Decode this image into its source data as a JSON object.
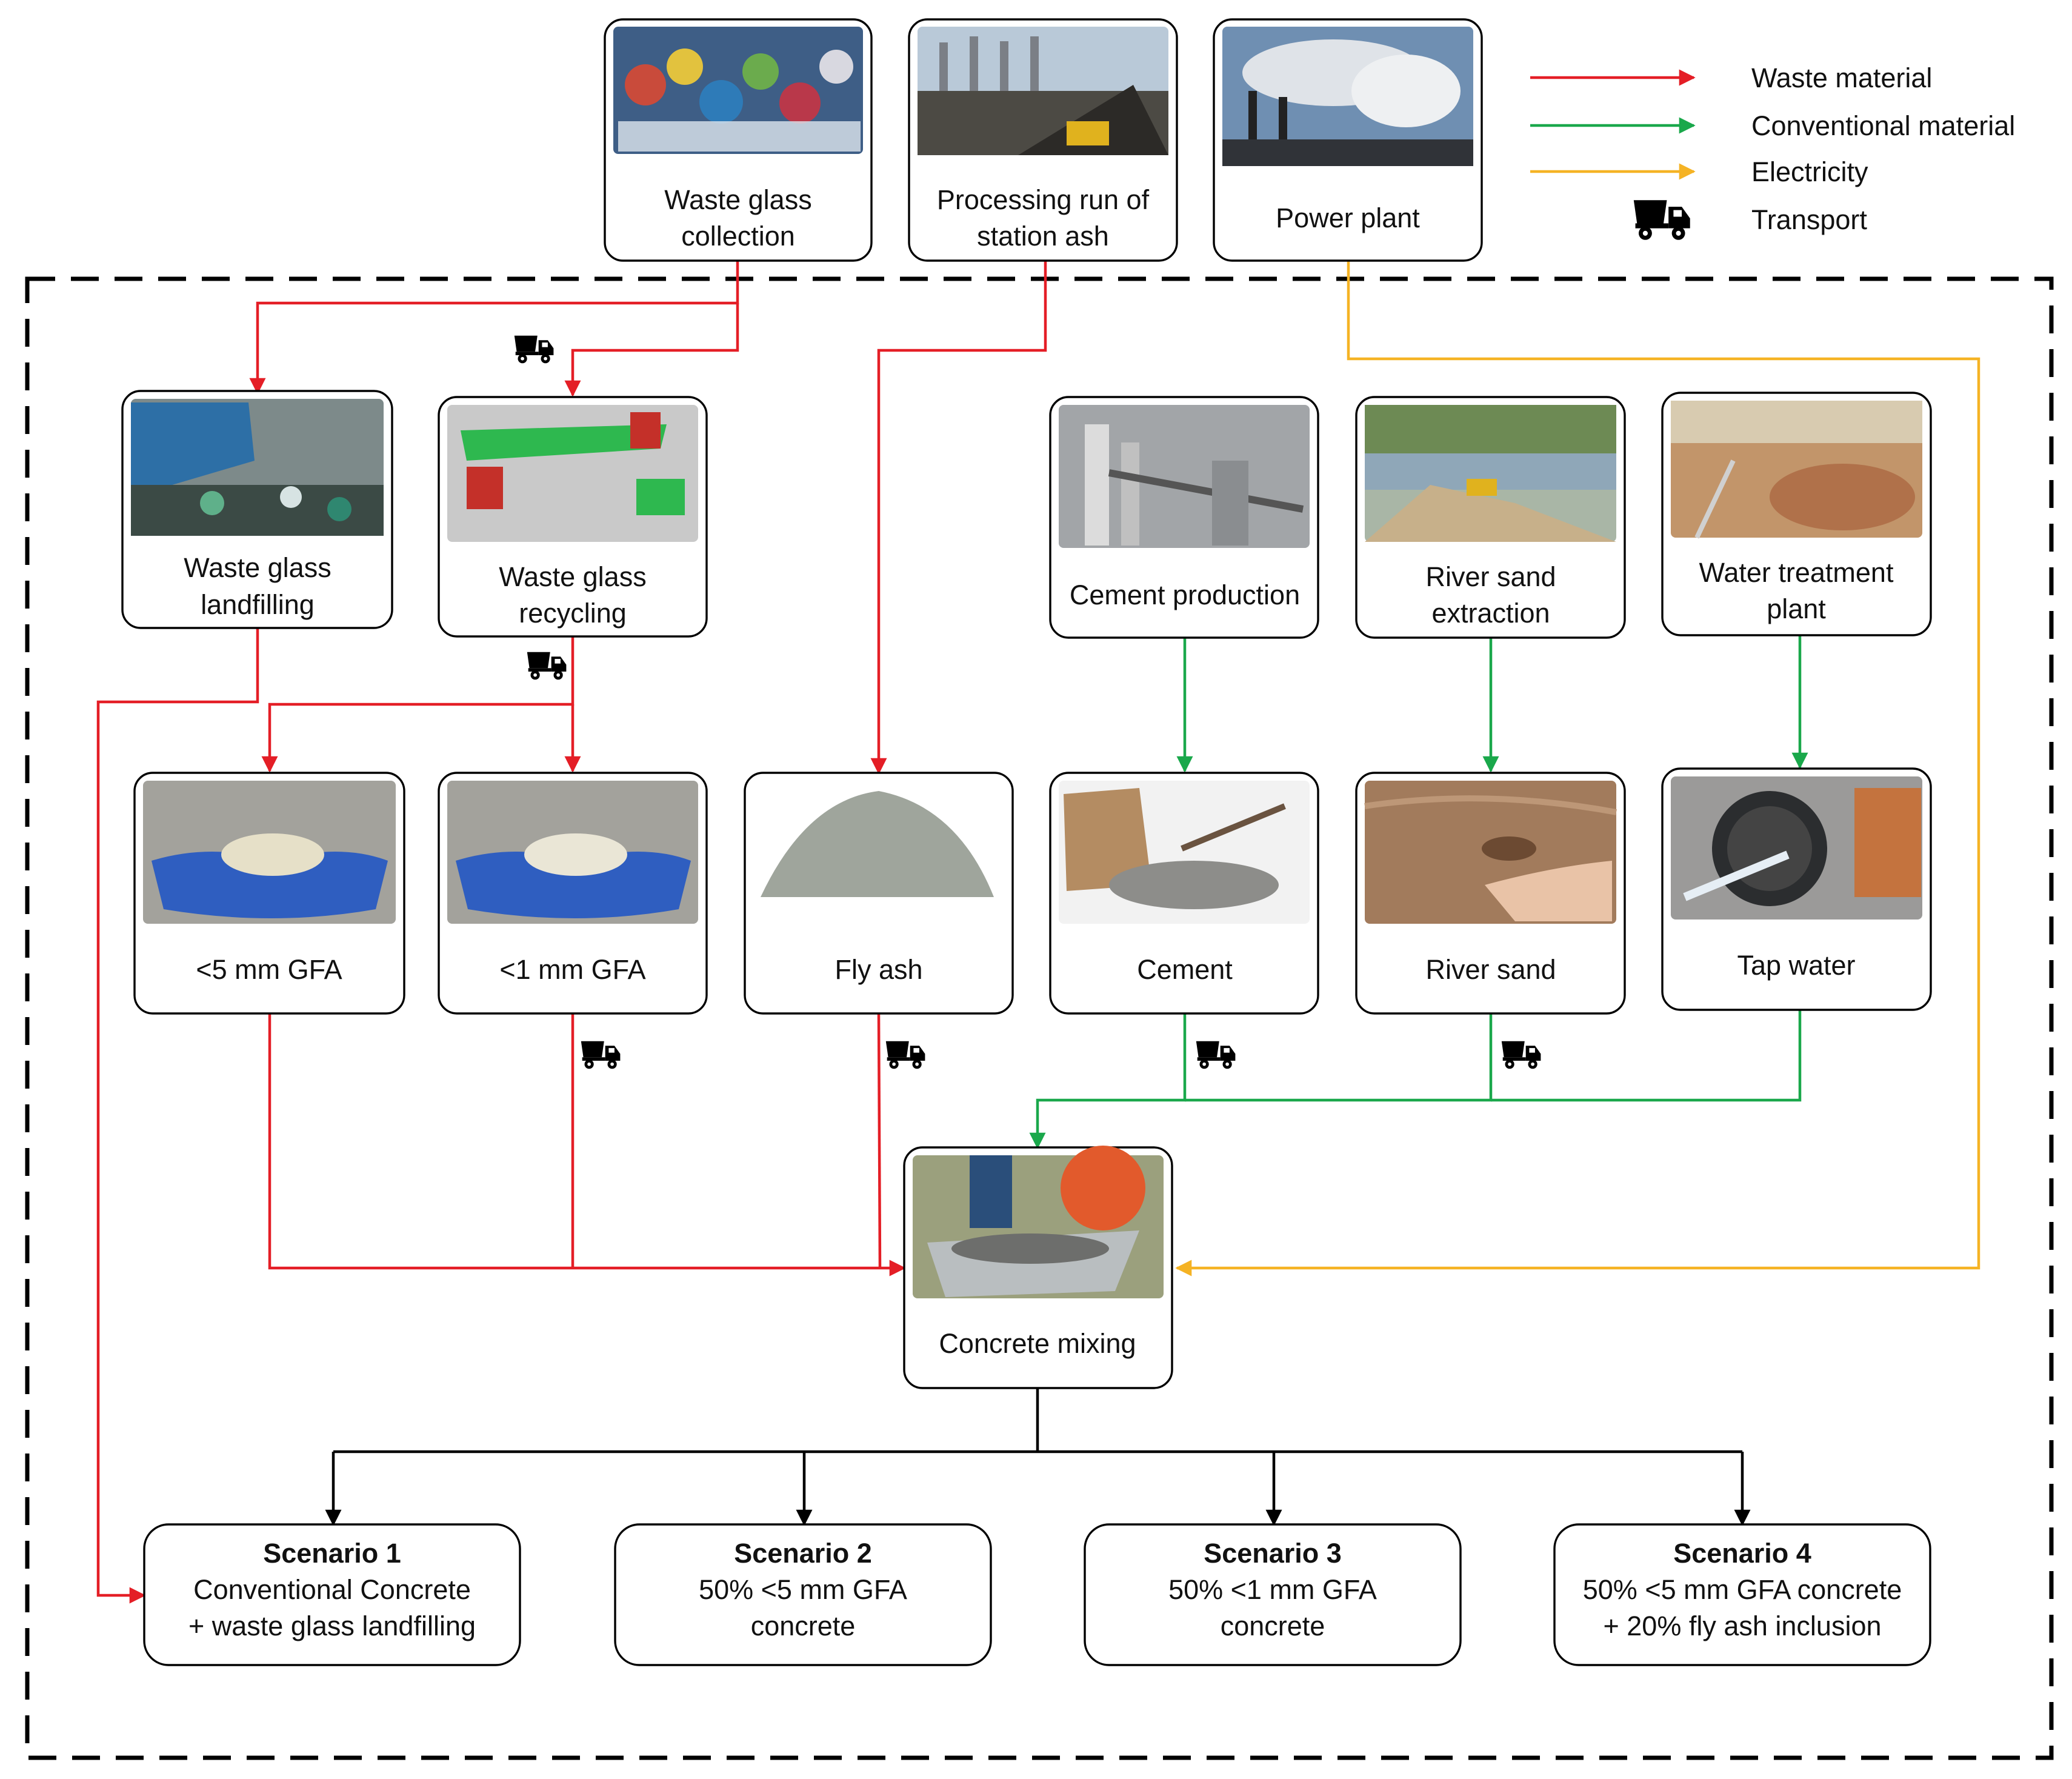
{
  "colors": {
    "waste": "#e41e26",
    "conventional": "#1aa84b",
    "electricity": "#f5b324",
    "flow": "#000000"
  },
  "legend": {
    "waste": "Waste material",
    "conventional": "Conventional material",
    "electricity": "Electricity",
    "transport": "Transport",
    "transport_icon": "dump-truck-icon"
  },
  "sources": {
    "glass_collection": [
      "Waste glass",
      "collection"
    ],
    "ash_processing": [
      "Processing run of",
      "station ash"
    ],
    "power_plant": [
      "Power plant"
    ]
  },
  "processes": {
    "landfilling": [
      "Waste glass",
      "landfilling"
    ],
    "recycling": [
      "Waste glass",
      "recycling"
    ],
    "cement_production": [
      "Cement production"
    ],
    "sand_extraction": [
      "River sand",
      "extraction"
    ],
    "water_treatment": [
      "Water treatment",
      "plant"
    ]
  },
  "materials": {
    "gfa5": "<5 mm GFA",
    "gfa1": "<1 mm GFA",
    "fly_ash": "Fly ash",
    "cement": "Cement",
    "river_sand": "River sand",
    "tap_water": "Tap water"
  },
  "mixing": "Concrete mixing",
  "scenarios": [
    {
      "title": "Scenario 1",
      "lines": [
        "Conventional Concrete",
        "+ waste glass landfilling"
      ]
    },
    {
      "title": "Scenario 2",
      "lines": [
        "50% <5 mm GFA",
        "concrete"
      ]
    },
    {
      "title": "Scenario 3",
      "lines": [
        "50% <1 mm GFA",
        "concrete"
      ]
    },
    {
      "title": "Scenario 4",
      "lines": [
        "50% <5 mm GFA concrete",
        "+ 20% fly ash inclusion"
      ]
    }
  ]
}
